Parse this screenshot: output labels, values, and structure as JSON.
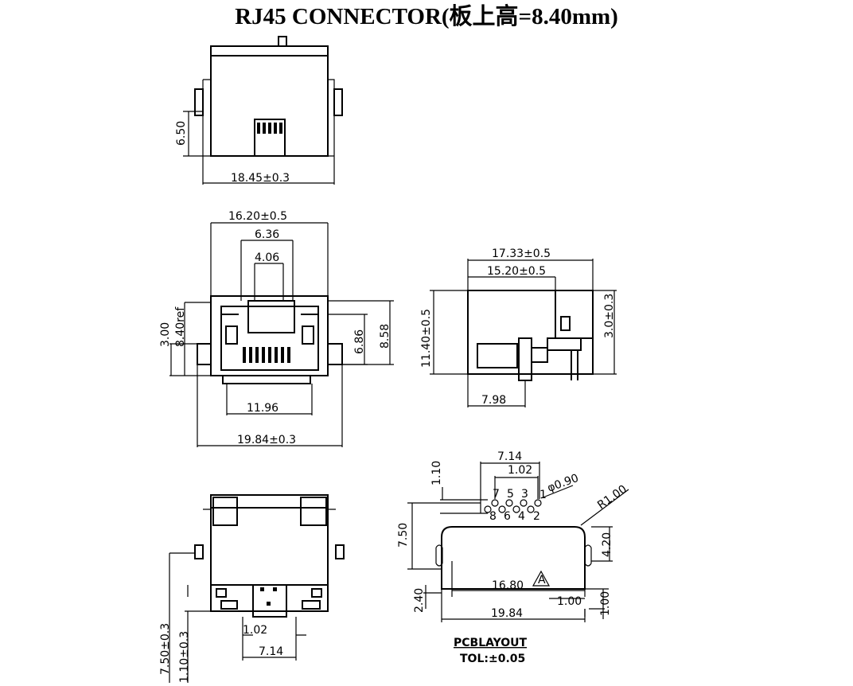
{
  "title": "RJ45 CONNECTOR(板上高=8.40mm)",
  "views": {
    "top": {
      "d_650": "6.50",
      "d_1845": "18.45±0.3"
    },
    "front": {
      "d_1620": "16.20±0.5",
      "d_636": "6.36",
      "d_406": "4.06",
      "d_300": "3.00",
      "d_840": "8.40ref",
      "d_686": "6.86",
      "d_858": "8.58",
      "d_1196": "11.96",
      "d_1984": "19.84±0.3"
    },
    "side": {
      "d_1733": "17.33±0.5",
      "d_1520": "15.20±0.5",
      "d_1140": "11.40±0.5",
      "d_30": "3.0±0.3",
      "d_798": "7.98"
    },
    "rear": {
      "d_102": "1.02",
      "d_714": "7.14",
      "d_750": "7.50±0.3",
      "d_110": "1.10±0.3"
    },
    "pcb": {
      "d_714": "7.14",
      "d_102": "1.02",
      "d_110": "1.10",
      "d_090": "φ0.90",
      "d_r100": "R1.00",
      "d_750": "7.50",
      "d_420": "4.20",
      "d_240": "2.40",
      "d_1680": "16.80",
      "d_100a": "1.00",
      "d_100b": "1.00",
      "d_1984": "19.84",
      "mark": "A",
      "pins_top": [
        "7",
        "5",
        "3",
        "1"
      ],
      "pins_bottom": [
        "8",
        "6",
        "4",
        "2"
      ],
      "label": "PCBLAYOUT",
      "tol": "TOL:±0.05"
    }
  }
}
